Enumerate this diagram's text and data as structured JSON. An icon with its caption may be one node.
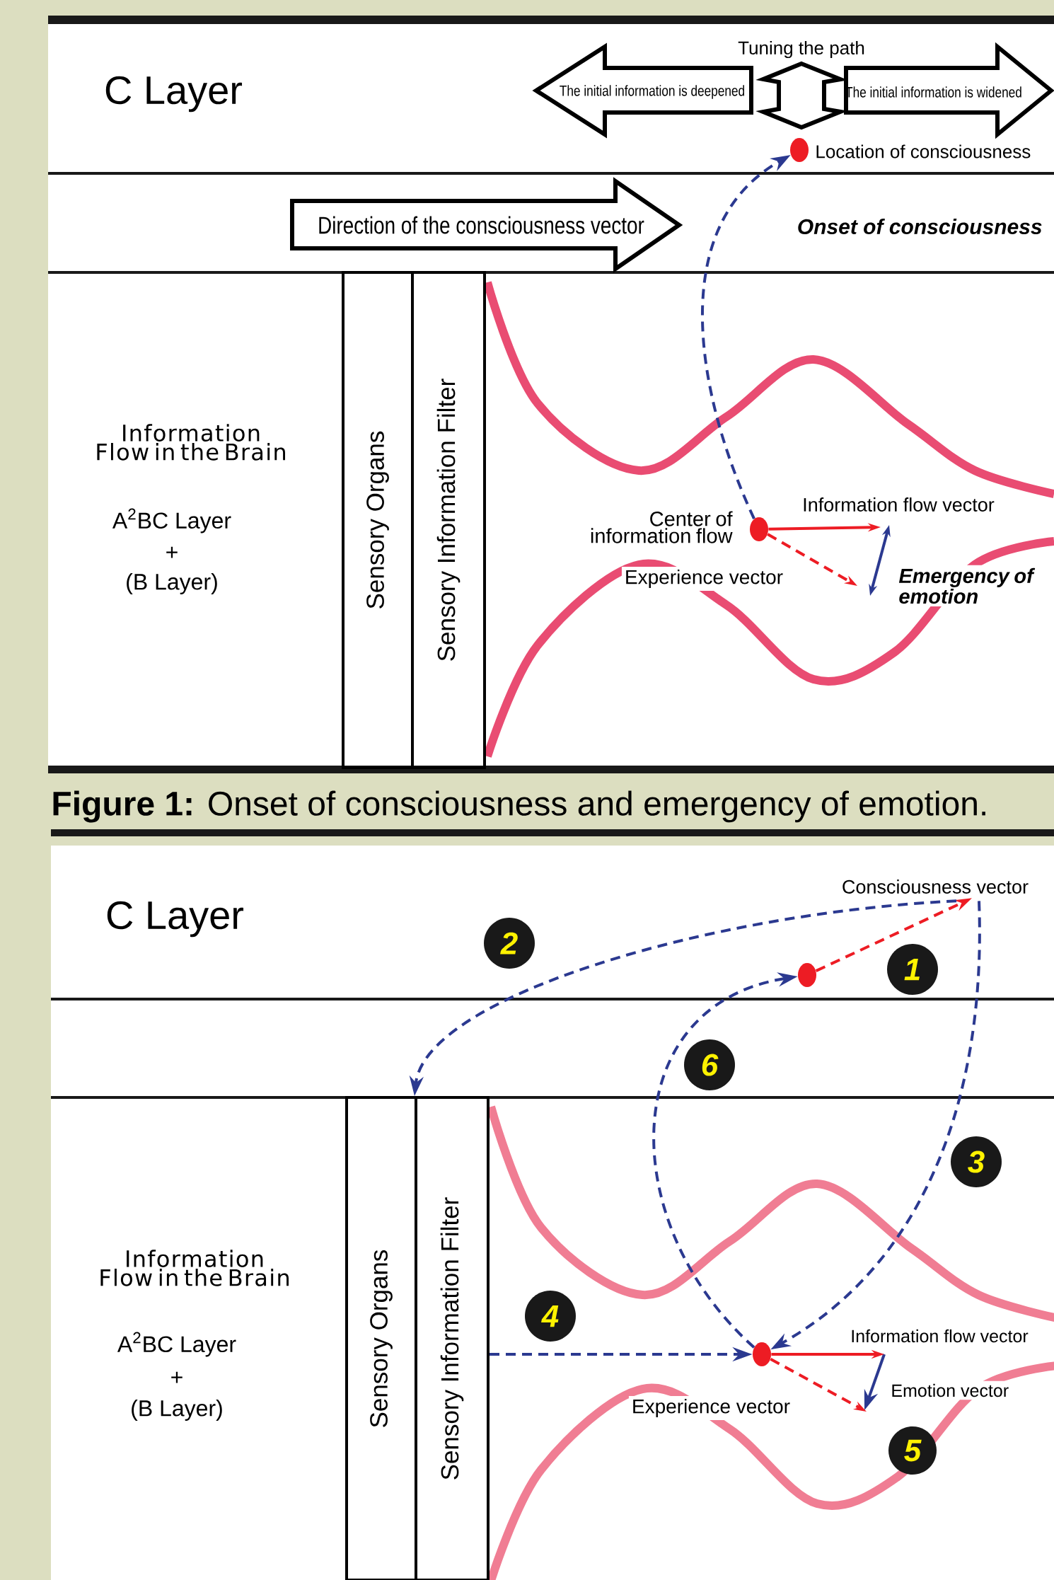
{
  "diagram": {
    "caption": "**Figure 1:** Onset of consciousness and emergency of emotion.",
    "nodes": [
      {
        "text": [
          "The initial information is deepened"
        ]
      },
      {
        "text": [
          "Tuning the path"
        ]
      },
      {
        "text": [
          "The initial information is widened"
        ]
      },
      {
        "text": [],
        "shape": "circle",
        "beside": [
          "Location of consciousness"
        ]
      },
      {
        "text": [
          "Direction of the consciousness vector"
        ]
      },
      {
        "text": [
          "Sensory Organs"
        ]
      },
      {
        "text": [
          "Sensory Information Filter"
        ]
      },
      {
        "text": [],
        "shape": "circle",
        "beside": [
          "Center of information flow"
        ]
      },
      {
        "text": [
          "Consciousness vector"
        ]
      },
      {
        "text": [],
        "shape": "circle"
      },
      {
        "text": [
          "Sensory Organs"
        ]
      },
      {
        "text": [
          "Sensory Information Filter"
        ]
      },
      {
        "text": [],
        "shape": "circle"
      }
    ],
    "edges": [
      {
        "from": 7,
        "to": 3,
        "arrow": "to",
        "style": "dashed"
      },
      {
        "from": 7,
        "to": null,
        "arrow": "to",
        "color": "#ed1c24",
        "label": "Information flow vector"
      },
      {
        "from": 7,
        "to": null,
        "arrow": "to",
        "style": "dashed",
        "color": "#ed1c24",
        "label": "Experience vector"
      },
      {
        "from": 9,
        "to": 8,
        "arrow": "to",
        "style": "dashed",
        "color": "#ed1c24",
        "label": "1"
      },
      {
        "from": 8,
        "to": 11,
        "arrow": "to",
        "style": "dashed",
        "label": "2"
      },
      {
        "from": 8,
        "to": 12,
        "arrow": "to",
        "style": "dashed",
        "label": "3"
      },
      {
        "from": 11,
        "to": 12,
        "arrow": "to",
        "style": "dashed",
        "label": "4"
      },
      {
        "from": 12,
        "to": 9,
        "arrow": "to",
        "style": "dashed",
        "label": "6"
      },
      {
        "from": 12,
        "to": null,
        "arrow": "to",
        "color": "#ed1c24",
        "label": "Information flow vector"
      },
      {
        "from": 12,
        "to": null,
        "arrow": "to",
        "style": "dashed",
        "color": "#ed1c24",
        "label": "Experience vector"
      }
    ],
    "labels": [
      "C Layer",
      "Onset of consciousness",
      "Information Flow in the Brain",
      "A$^{2}$BC Layer",
      "+",
      "(B Layer)",
      "Emergency of emotion",
      "C Layer",
      "Information Flow in the Brain",
      "A$^{2}$BC Layer",
      "+",
      "(B Layer)",
      "Emotion vector",
      "5"
    ]
  }
}
